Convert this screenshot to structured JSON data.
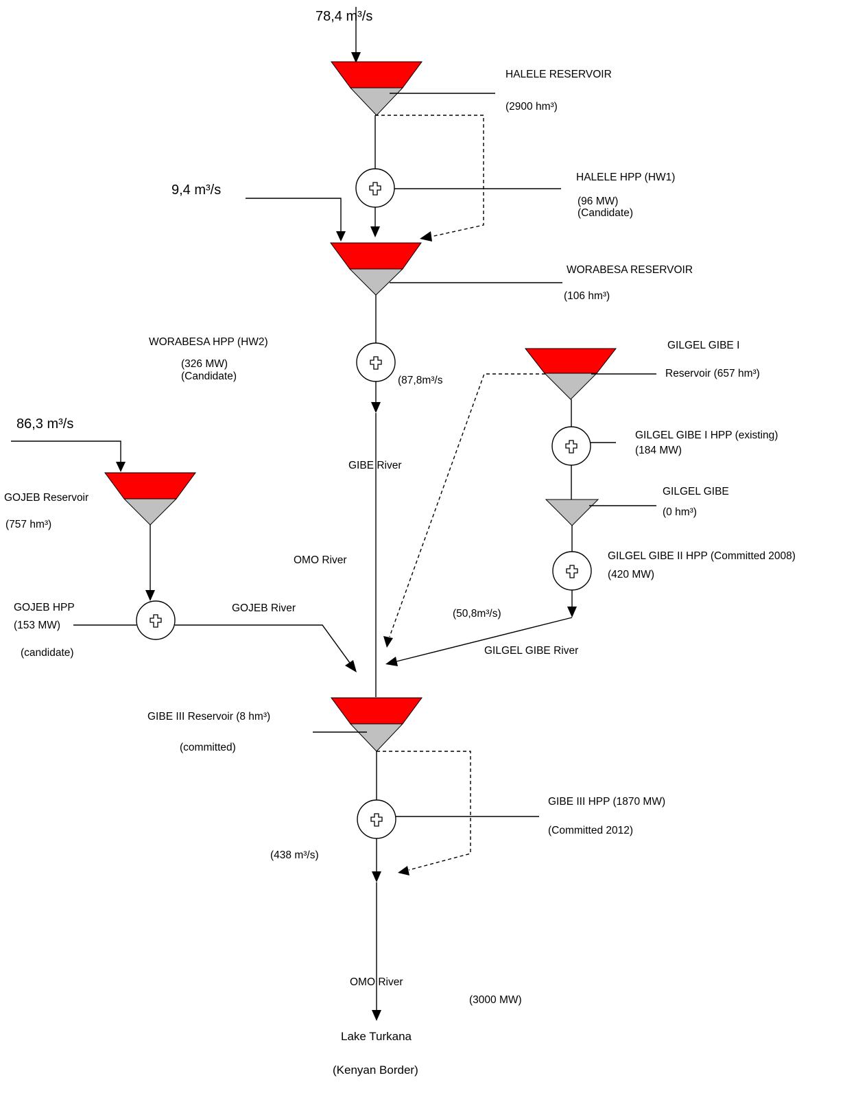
{
  "colors": {
    "reservoir_top": "#ff0000",
    "reservoir_bottom": "#c0c0c0",
    "line": "#000000"
  },
  "inflows": {
    "halele": "78,4 m³/s",
    "worabesa": "9,4 m³/s",
    "gojeb": "86,3 m³/s"
  },
  "halele": {
    "reservoir_name": "HALELE RESERVOIR",
    "reservoir_volume": "(2900 hm³)",
    "hpp_name": "HALELE HPP (HW1)",
    "hpp_capacity": "(96 MW)",
    "hpp_status": "(Candidate)"
  },
  "worabesa": {
    "reservoir_name": "WORABESA RESERVOIR",
    "reservoir_volume": "(106 hm³)",
    "hpp_name": "WORABESA HPP (HW2)",
    "hpp_capacity": "(326 MW)",
    "hpp_status": "(Candidate)",
    "outflow": "(87,8m³/s"
  },
  "gilgel_gibe_1": {
    "reservoir_name": "GILGEL GIBE I",
    "reservoir_volume": "Reservoir (657 hm³)",
    "hpp_name": "GILGEL GIBE  I HPP    (existing)",
    "hpp_capacity": "(184 MW)"
  },
  "gilgel_gibe_2": {
    "reservoir_name": "GILGEL GIBE",
    "reservoir_volume": "(0 hm³)",
    "hpp_name": "GILGEL GIBE II HPP (Committed 2008)",
    "hpp_capacity": "(420 MW)",
    "outflow": "(50,8m³/s)"
  },
  "gojeb": {
    "reservoir_name": "GOJEB Reservoir",
    "reservoir_volume": "(757 hm³)",
    "hpp_name": "GOJEB HPP",
    "hpp_capacity": "(153 MW)",
    "hpp_status": "(candidate)"
  },
  "gibe_3": {
    "reservoir_name": "GIBE III Reservoir (8 hm³)",
    "reservoir_status": "(committed)",
    "hpp_name": "GIBE III HPP (1870 MW)",
    "hpp_status": "(Committed 2012)",
    "outflow": "(438 m³/s)"
  },
  "rivers": {
    "gibe": "GIBE River",
    "omo_upper": "OMO River",
    "gojeb": "GOJEB River",
    "gilgel_gibe": "GILGEL GIBE River",
    "omo_lower": "OMO River"
  },
  "total_capacity": "(3000 MW)",
  "outlet": {
    "name": "Lake Turkana",
    "note": "(Kenyan Border)"
  }
}
